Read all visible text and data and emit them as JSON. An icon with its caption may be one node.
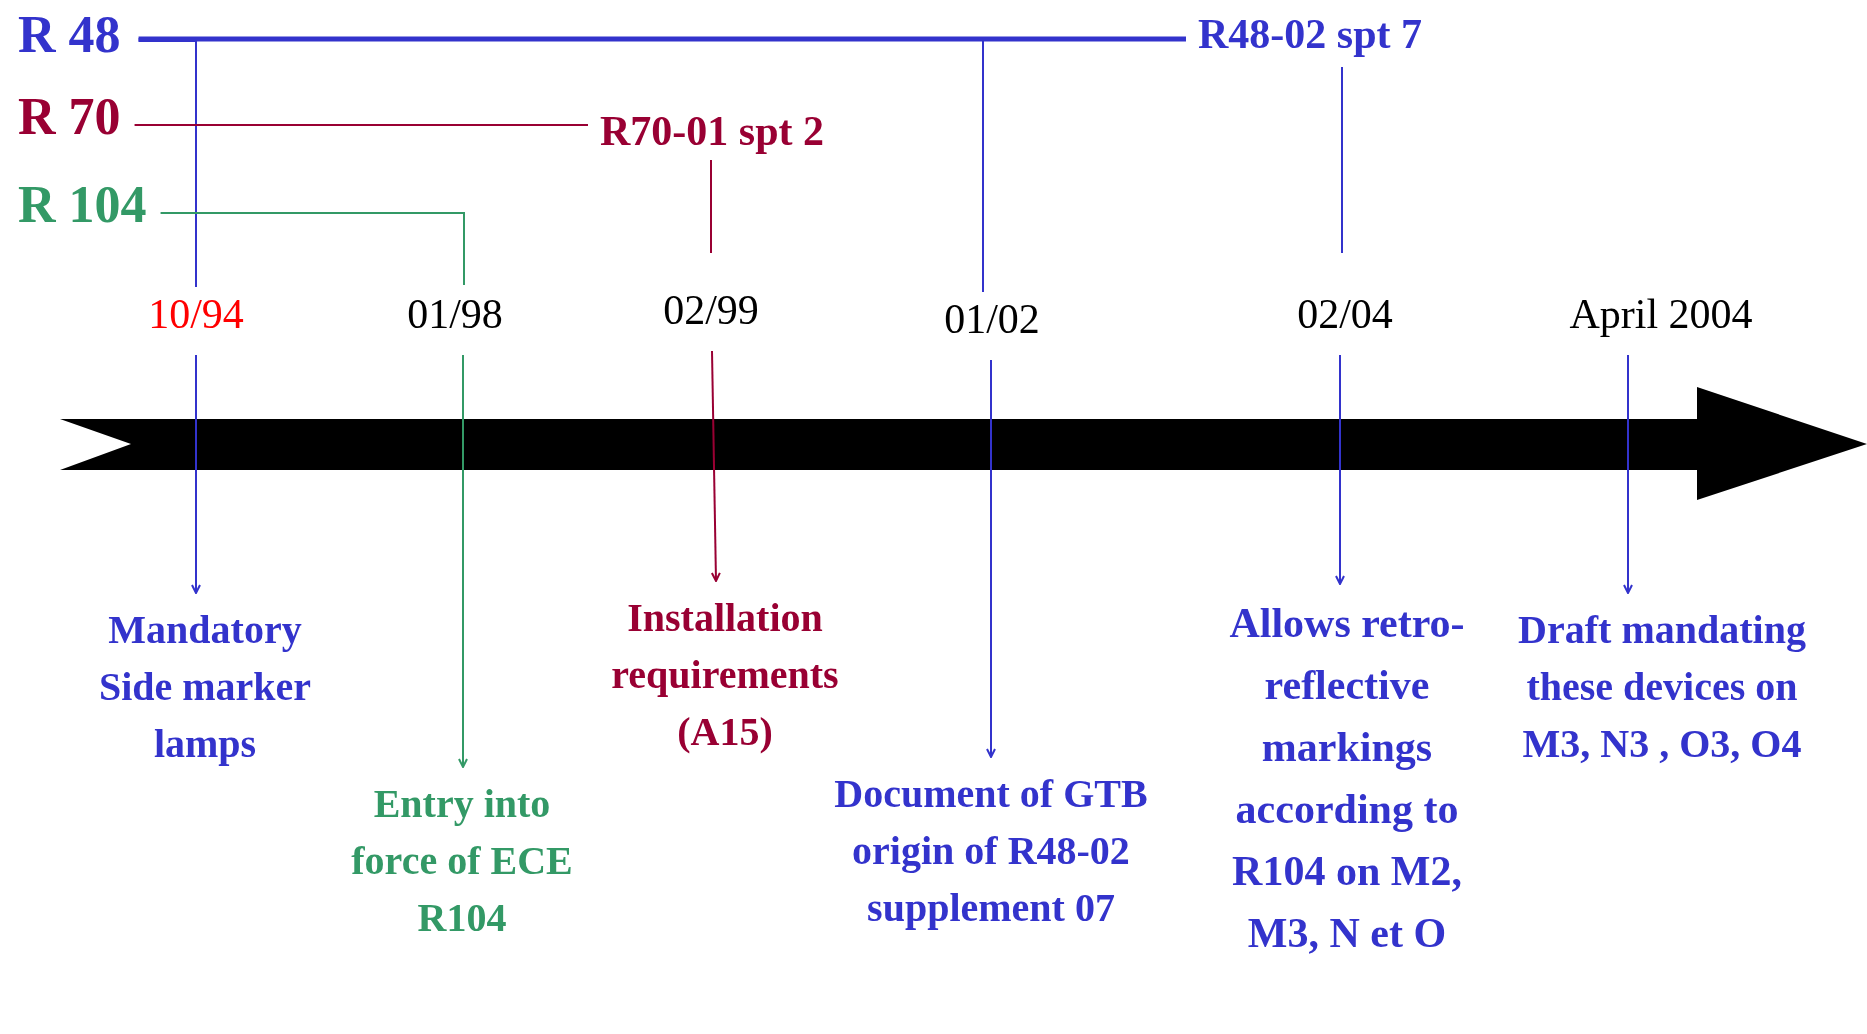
{
  "diagram": {
    "nodes": [
      {
        "text": [
          "R 48"
        ]
      },
      {
        "text": [
          "R 70"
        ]
      },
      {
        "text": [
          "R 104"
        ]
      },
      {
        "text": [
          "R48-02 spt 7"
        ]
      },
      {
        "text": [
          "R70-01 spt 2"
        ]
      },
      {
        "text": [
          "10/94"
        ]
      },
      {
        "text": [
          "01/98"
        ]
      },
      {
        "text": [
          "02/99"
        ]
      },
      {
        "text": [
          "01/02"
        ]
      },
      {
        "text": [
          "02/04"
        ]
      },
      {
        "text": [
          "April 2004"
        ]
      },
      {
        "text": [
          "Mandatory Side marker lamps"
        ]
      },
      {
        "text": [
          "Entry into force of ECE R104"
        ]
      },
      {
        "text": [
          "Installation requirements (A15)"
        ]
      },
      {
        "text": [
          "Document of GTB origin of R48-02 supplement 07"
        ]
      },
      {
        "text": [
          "Allows retro-reflective markings according to R104 on M2, M3, N et O"
        ]
      },
      {
        "text": [
          "Draft mandating these devices on M3, N3 , O3, O4"
        ]
      }
    ],
    "edges": [
      {
        "from": 0,
        "to": 5,
        "arrow": "none"
      },
      {
        "from": 0,
        "to": 3,
        "arrow": "none",
        "style": "thick"
      },
      {
        "from": 0,
        "to": 8,
        "arrow": "none"
      },
      {
        "from": 3,
        "to": 9,
        "arrow": "none"
      },
      {
        "from": 1,
        "to": 4,
        "arrow": "none",
        "color": "#990033"
      },
      {
        "from": 4,
        "to": 7,
        "arrow": "none",
        "color": "#990033"
      },
      {
        "from": 2,
        "to": 6,
        "arrow": "none",
        "color": "#339966"
      },
      {
        "from": 5,
        "to": 11,
        "arrow": "to"
      },
      {
        "from": 6,
        "to": 12,
        "arrow": "to",
        "color": "#339966"
      },
      {
        "from": 7,
        "to": 13,
        "arrow": "to",
        "color": "#990033"
      },
      {
        "from": 8,
        "to": 14,
        "arrow": "to"
      },
      {
        "from": 9,
        "to": 15,
        "arrow": "to"
      },
      {
        "from": 10,
        "to": 16,
        "arrow": "to"
      }
    ]
  }
}
